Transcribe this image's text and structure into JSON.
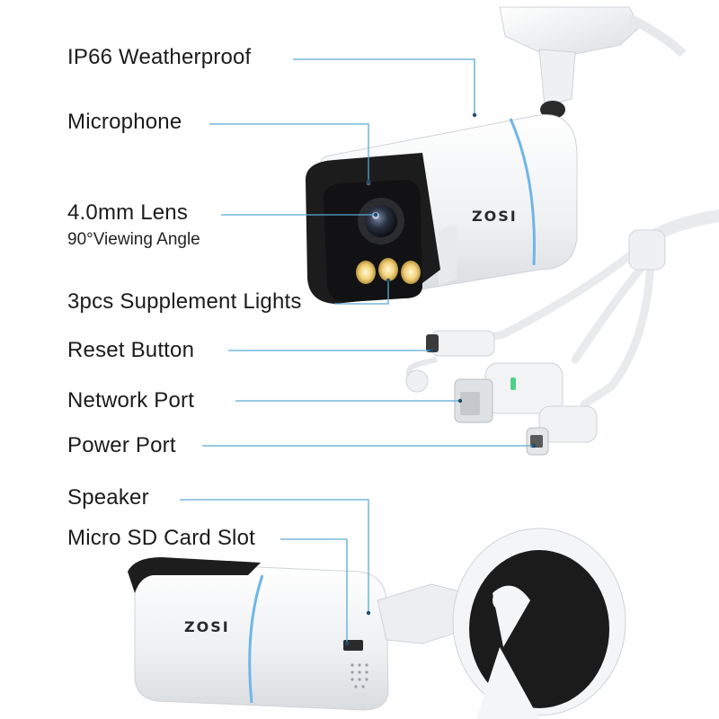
{
  "labels": {
    "weatherproof": "IP66 Weatherproof",
    "microphone": "Microphone",
    "lens": "4.0mm Lens",
    "lens_sub": "90°Viewing Angle",
    "lights": "3pcs Supplement Lights",
    "reset": "Reset Button",
    "network": "Network Port",
    "power": "Power Port",
    "speaker": "Speaker",
    "sd_slot": "Micro SD Card Slot"
  },
  "brand": {
    "logo_top": "ZOSI",
    "logo_bottom": "ZOSI"
  },
  "colors": {
    "callout_line": "#5aa9d6",
    "accent_ring": "#6fb6e6",
    "camera_body": "#f4f5f6",
    "visor": "#1c1c1c",
    "led": "#f2d27a"
  }
}
